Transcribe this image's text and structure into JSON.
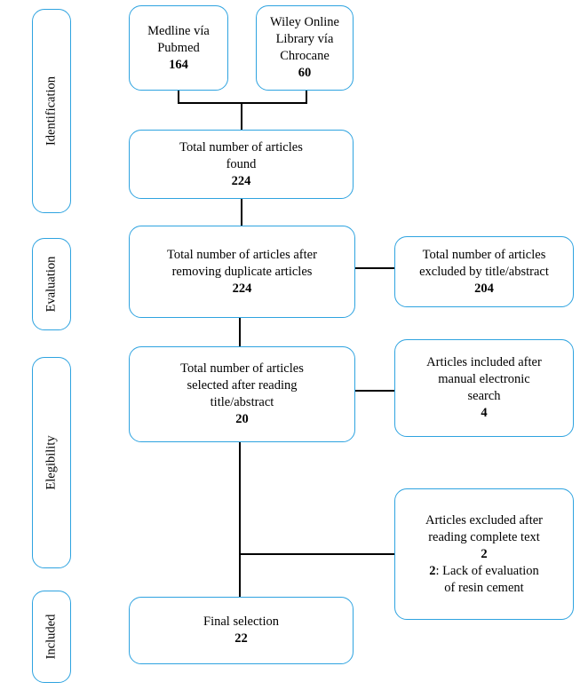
{
  "stages": {
    "identification": "Identification",
    "evaluation": "Evaluation",
    "eligibility": "Elegibility",
    "included": "Included"
  },
  "boxes": {
    "medline": {
      "line1": "Medline vía",
      "line2": "Pubmed",
      "count": "164"
    },
    "wiley": {
      "line1": "Wiley Online",
      "line2": "Library vía",
      "line3": "Chrocane",
      "count": "60"
    },
    "total_found": {
      "line1": "Total number of articles",
      "line2": "found",
      "count": "224"
    },
    "after_duplicates": {
      "line1": "Total number of articles after",
      "line2": "removing duplicate articles",
      "count": "224"
    },
    "excluded_title": {
      "line1": "Total number of articles",
      "line2": "excluded by title/abstract",
      "count": "204"
    },
    "selected_title": {
      "line1": "Total number of articles",
      "line2": "selected after reading",
      "line3": "title/abstract",
      "count": "20"
    },
    "manual_search": {
      "line1": "Articles included after",
      "line2": "manual electronic",
      "line3": "search",
      "count": "4"
    },
    "excluded_full": {
      "line1": "Articles excluded after",
      "line2": "reading complete text",
      "count": "2",
      "reason_count": "2",
      "reason_text1": ": Lack of evaluation",
      "reason_text2": "of resin cement"
    },
    "final": {
      "line1": "Final selection",
      "count": "22"
    }
  }
}
